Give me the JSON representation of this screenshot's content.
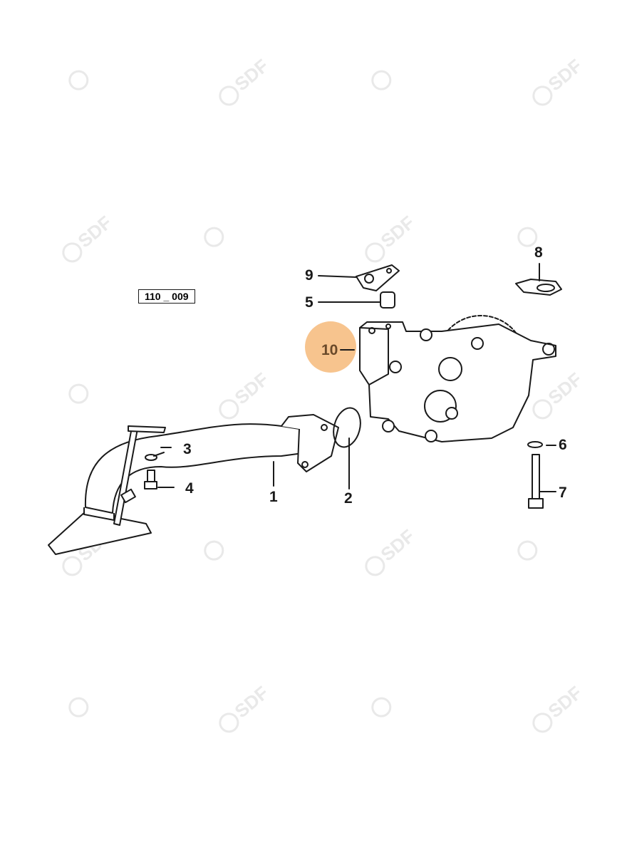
{
  "diagram": {
    "reference_code": "110 _ 009",
    "watermark": "SDF",
    "highlight_color": "#f7c48e",
    "highlighted_part": "10",
    "callouts": [
      {
        "id": "1",
        "label": "1"
      },
      {
        "id": "2",
        "label": "2"
      },
      {
        "id": "3",
        "label": "3"
      },
      {
        "id": "4",
        "label": "4"
      },
      {
        "id": "5",
        "label": "5"
      },
      {
        "id": "6",
        "label": "6"
      },
      {
        "id": "7",
        "label": "7"
      },
      {
        "id": "8",
        "label": "8"
      },
      {
        "id": "9",
        "label": "9"
      },
      {
        "id": "10",
        "label": "10"
      }
    ]
  }
}
